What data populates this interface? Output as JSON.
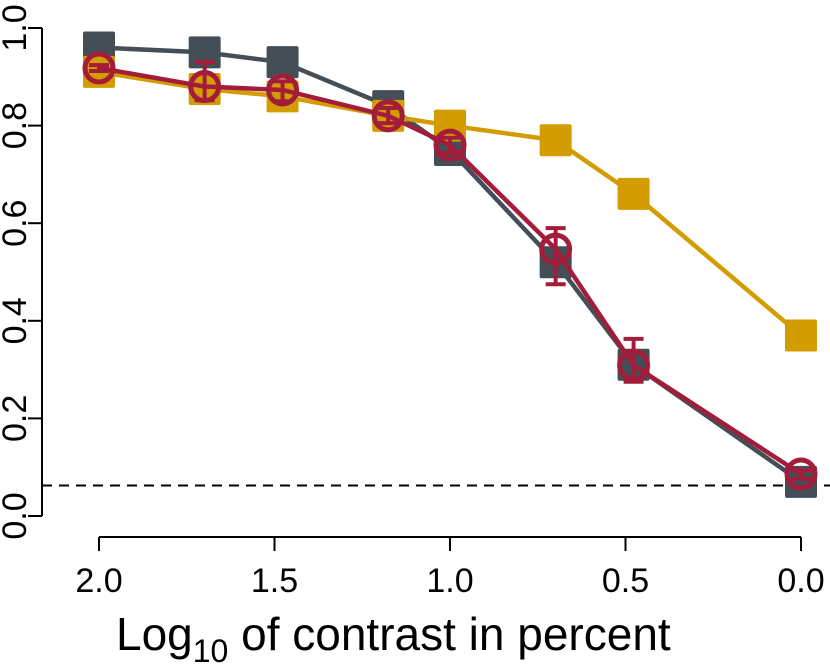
{
  "chart_data": {
    "type": "line",
    "xlabel": {
      "main": "Log",
      "sub": "10",
      "rest": " of contrast in percent"
    },
    "ylabel": "",
    "xlim": [
      2.0,
      0.0
    ],
    "ylim": [
      0.0,
      1.0
    ],
    "x_reversed": true,
    "grid": false,
    "legend": "none",
    "xticks": [
      "2.0",
      "1.5",
      "1.0",
      "0.5",
      "0.0"
    ],
    "yticks": [
      "0.0",
      "0.2",
      "0.4",
      "0.6",
      "0.8",
      "1.0"
    ],
    "chance_level": 0.0625,
    "x": [
      2.0,
      1.699,
      1.477,
      1.176,
      1.0,
      0.699,
      0.477,
      0.0
    ],
    "series": [
      {
        "marker": "square",
        "color": "#444e57",
        "values": [
          0.96,
          0.95,
          0.93,
          0.84,
          0.75,
          0.52,
          0.31,
          0.07
        ]
      },
      {
        "marker": "square",
        "color": "#d39c00",
        "values": [
          0.91,
          0.875,
          0.86,
          0.82,
          0.8,
          0.77,
          0.66,
          0.37
        ]
      },
      {
        "marker": "circle",
        "color": "#a31c3a",
        "values": [
          0.918,
          0.88,
          0.873,
          0.82,
          0.76,
          0.547,
          0.309,
          0.086
        ],
        "error_low": [
          0.912,
          0.852,
          0.85,
          0.805,
          0.744,
          0.475,
          0.275,
          0.076
        ],
        "error_high": [
          0.924,
          0.93,
          0.891,
          0.836,
          0.775,
          0.59,
          0.363,
          0.094
        ]
      }
    ]
  }
}
